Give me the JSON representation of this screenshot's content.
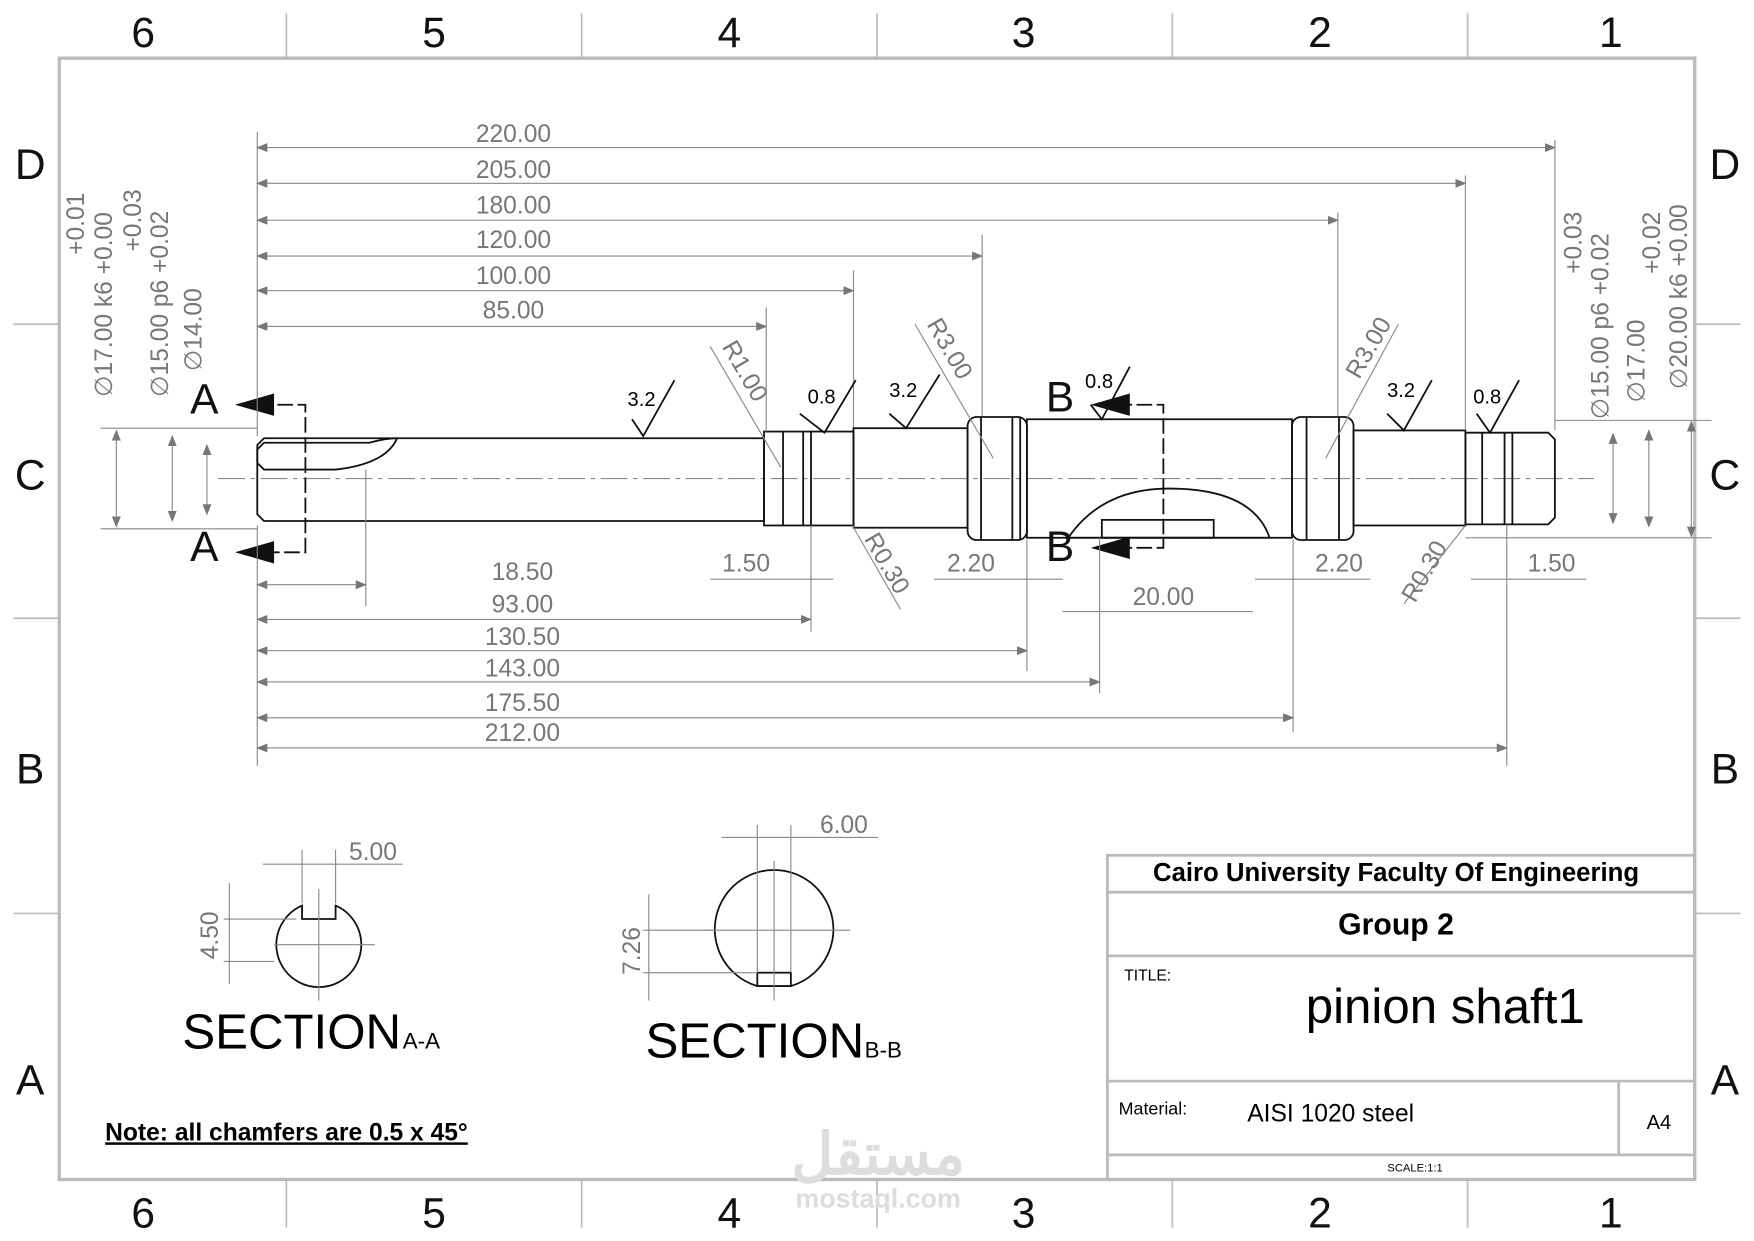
{
  "zones": {
    "columns": [
      "6",
      "5",
      "4",
      "3",
      "2",
      "1"
    ],
    "rows": [
      "D",
      "C",
      "B",
      "A"
    ]
  },
  "dimensions_top": [
    "220.00",
    "205.00",
    "180.00",
    "120.00",
    "100.00",
    "85.00"
  ],
  "dimensions_bottom": [
    "18.50",
    "93.00",
    "130.50",
    "143.00",
    "175.50",
    "212.00"
  ],
  "small_dims": {
    "groove_left": "1.50",
    "collar_left": "2.20",
    "keyway_length": "20.00",
    "collar_right": "2.20",
    "groove_right": "1.50"
  },
  "radii": {
    "r1": "R1.00",
    "r3_left": "R3.00",
    "r3_right": "R3.00",
    "r03_left": "R0.30",
    "r03_right": "R0.30"
  },
  "surface_finish": [
    "3.2",
    "0.8",
    "3.2",
    "0.8",
    "3.2",
    "0.8"
  ],
  "diameters_left": {
    "d17": "∅17.00 k6 +0.00",
    "d17_upper": "+0.01",
    "d15": "∅15.00 p6 +0.02",
    "d15_upper": "+0.03",
    "d14": "∅14.00"
  },
  "diameters_right": {
    "d15": "∅15.00 p6 +0.02",
    "d15_upper": "+0.03",
    "d17": "∅17.00",
    "d20": "∅20.00 k6 +0.00",
    "d20_upper": "+0.02"
  },
  "section_markers": {
    "a": "A",
    "b": "B"
  },
  "section_aa": {
    "title": "SECTION",
    "label": "A-A",
    "width": "5.00",
    "depth": "4.50"
  },
  "section_bb": {
    "title": "SECTION",
    "label": "B-B",
    "width": "6.00",
    "depth": "7.26"
  },
  "note": "Note: all chamfers are 0.5 x 45°",
  "title_block": {
    "institution": "Cairo University Faculty Of Engineering",
    "group": "Group 2",
    "title_label": "TITLE:",
    "title": "pinion shaft1",
    "material_label": "Material:",
    "material": "AISI 1020 steel",
    "sheet_size": "A4",
    "scale": "SCALE:1:1"
  },
  "watermark": {
    "arabic": "مستقل",
    "latin": "mostaql.com"
  }
}
